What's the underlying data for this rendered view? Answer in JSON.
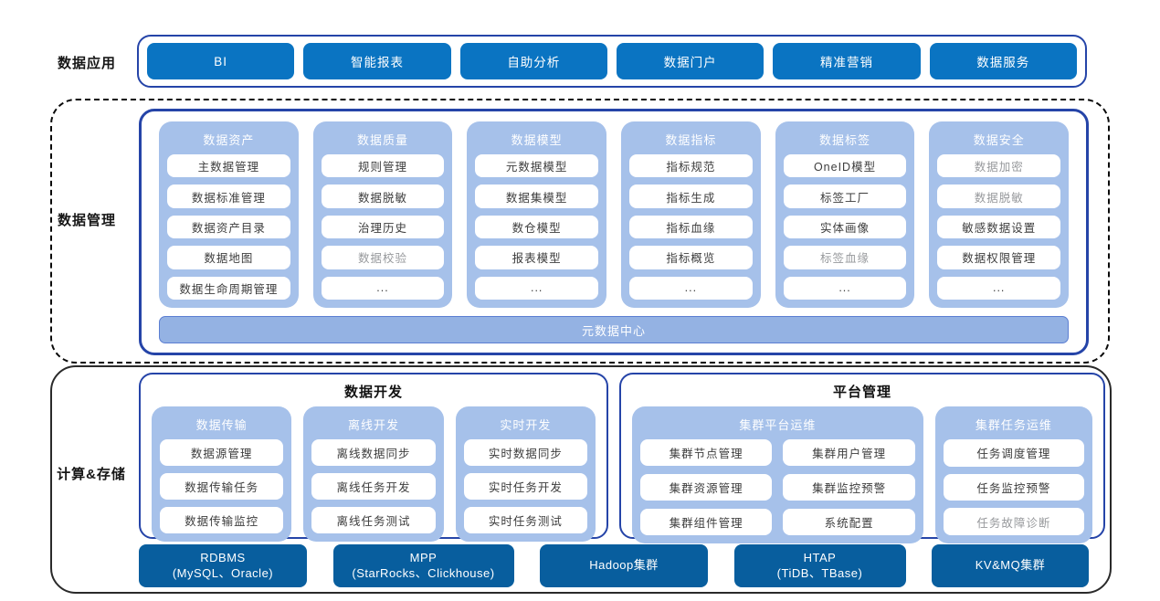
{
  "labels": {
    "apps": "数据应用",
    "management": "数据管理",
    "compute": "计算&存储"
  },
  "apps": {
    "buttons": [
      "BI",
      "智能报表",
      "自助分析",
      "数据门户",
      "精准营销",
      "数据服务"
    ]
  },
  "management": {
    "columns": [
      {
        "title": "数据资产",
        "items": [
          {
            "label": "主数据管理",
            "muted": false
          },
          {
            "label": "数据标准管理",
            "muted": false
          },
          {
            "label": "数据资产目录",
            "muted": false
          },
          {
            "label": "数据地图",
            "muted": false
          },
          {
            "label": "数据生命周期管理",
            "muted": false
          }
        ]
      },
      {
        "title": "数据质量",
        "items": [
          {
            "label": "规则管理",
            "muted": false
          },
          {
            "label": "数据脱敏",
            "muted": false
          },
          {
            "label": "治理历史",
            "muted": false
          },
          {
            "label": "数据校验",
            "muted": true
          },
          {
            "label": "...",
            "muted": false
          }
        ]
      },
      {
        "title": "数据模型",
        "items": [
          {
            "label": "元数据模型",
            "muted": false
          },
          {
            "label": "数据集模型",
            "muted": false
          },
          {
            "label": "数仓模型",
            "muted": false
          },
          {
            "label": "报表模型",
            "muted": false
          },
          {
            "label": "...",
            "muted": false
          }
        ]
      },
      {
        "title": "数据指标",
        "items": [
          {
            "label": "指标规范",
            "muted": false
          },
          {
            "label": "指标生成",
            "muted": false
          },
          {
            "label": "指标血缘",
            "muted": false
          },
          {
            "label": "指标概览",
            "muted": false
          },
          {
            "label": "...",
            "muted": false
          }
        ]
      },
      {
        "title": "数据标签",
        "items": [
          {
            "label": "OneID模型",
            "muted": false
          },
          {
            "label": "标签工厂",
            "muted": false
          },
          {
            "label": "实体画像",
            "muted": false
          },
          {
            "label": "标签血缘",
            "muted": true
          },
          {
            "label": "...",
            "muted": false
          }
        ]
      },
      {
        "title": "数据安全",
        "items": [
          {
            "label": "数据加密",
            "muted": true
          },
          {
            "label": "数据脱敏",
            "muted": true
          },
          {
            "label": "敏感数据设置",
            "muted": false
          },
          {
            "label": "数据权限管理",
            "muted": false
          },
          {
            "label": "...",
            "muted": false
          }
        ]
      }
    ],
    "footer": "元数据中心"
  },
  "development": {
    "title": "数据开发",
    "columns": [
      {
        "title": "数据传输",
        "items": [
          {
            "label": "数据源管理",
            "muted": false
          },
          {
            "label": "数据传输任务",
            "muted": false
          },
          {
            "label": "数据传输监控",
            "muted": false
          }
        ]
      },
      {
        "title": "离线开发",
        "items": [
          {
            "label": "离线数据同步",
            "muted": false
          },
          {
            "label": "离线任务开发",
            "muted": false
          },
          {
            "label": "离线任务测试",
            "muted": false
          }
        ]
      },
      {
        "title": "实时开发",
        "items": [
          {
            "label": "实时数据同步",
            "muted": false
          },
          {
            "label": "实时任务开发",
            "muted": false
          },
          {
            "label": "实时任务测试",
            "muted": false
          }
        ]
      }
    ]
  },
  "platform": {
    "title": "平台管理",
    "groups": [
      {
        "title": "集群平台运维",
        "cols": 2,
        "items": [
          {
            "label": "集群节点管理",
            "muted": false
          },
          {
            "label": "集群用户管理",
            "muted": false
          },
          {
            "label": "集群资源管理",
            "muted": false
          },
          {
            "label": "集群监控预警",
            "muted": false
          },
          {
            "label": "集群组件管理",
            "muted": false
          },
          {
            "label": "系统配置",
            "muted": false
          }
        ]
      },
      {
        "title": "集群任务运维",
        "cols": 1,
        "items": [
          {
            "label": "任务调度管理",
            "muted": false
          },
          {
            "label": "任务监控预警",
            "muted": false
          },
          {
            "label": "任务故障诊断",
            "muted": true
          }
        ]
      }
    ]
  },
  "storage": {
    "boxes": [
      {
        "lines": [
          "RDBMS",
          "(MySQL、Oracle)"
        ]
      },
      {
        "lines": [
          "MPP",
          "(StarRocks、Clickhouse)"
        ]
      },
      {
        "lines": [
          "Hadoop集群"
        ]
      },
      {
        "lines": [
          "HTAP",
          "(TiDB、TBase)"
        ]
      },
      {
        "lines": [
          "KV&MQ集群"
        ]
      }
    ]
  },
  "colors": {
    "app_button_blue": "#0a74c2",
    "storage_box_blue": "#085e9e",
    "panel_blue": "#a6c1ea",
    "metadata_bar_blue": "#94b2e3",
    "container_border_navy": "#2544a8",
    "muted_text_gray": "#97999c"
  }
}
